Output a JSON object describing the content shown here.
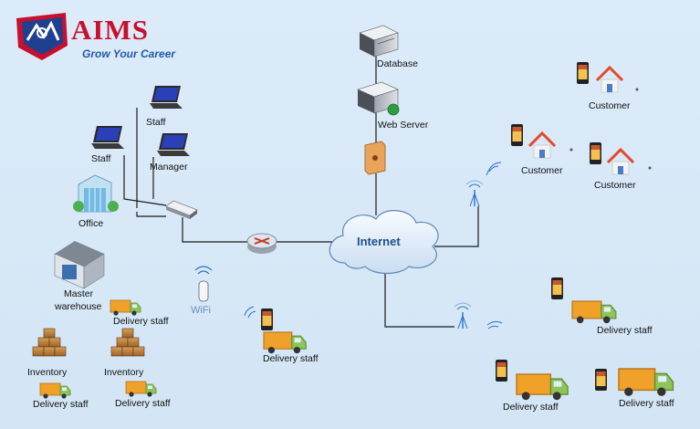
{
  "brand": {
    "name": "AIMS",
    "tagline": "Grow Your Career"
  },
  "labels": {
    "database": "Database",
    "web_server": "Web Server",
    "staff_top": "Staff",
    "staff_left": "Staff",
    "manager": "Manager",
    "office": "Office",
    "internet": "Internet",
    "wifi": "WiFi",
    "master_warehouse_line1": "Master",
    "master_warehouse_line2": "warehouse",
    "customer_1": "Customer",
    "customer_2": "Customer",
    "customer_3": "Customer",
    "inventory_1": "Inventory",
    "inventory_2": "Inventory",
    "delivery_1": "Delivery staff",
    "delivery_2": "Delivery staff",
    "delivery_3": "Delivery staff",
    "delivery_4": "Delivery staff",
    "delivery_5": "Delivery staff",
    "delivery_6": "Delivery staff",
    "delivery_7": "Delivery staff"
  },
  "colors": {
    "brand_red": "#c8102e",
    "brand_blue": "#1f5aa8",
    "truck_body": "#f0a12a",
    "truck_cab": "#8fc45a",
    "line": "#1b1b1b"
  }
}
